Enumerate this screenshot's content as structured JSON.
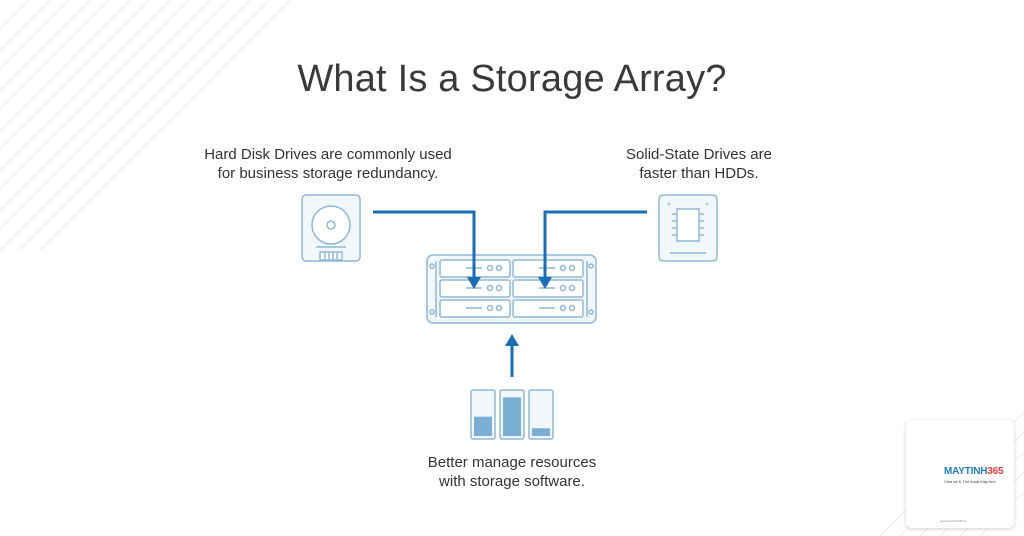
{
  "title": "What Is a Storage Array?",
  "captions": {
    "hdd": [
      "Hard Disk Drives are commonly used",
      "for business storage redundancy."
    ],
    "ssd": [
      "Solid-State Drives are",
      "faster than HDDs."
    ],
    "software": [
      "Better manage resources",
      "with storage software."
    ]
  },
  "colors": {
    "outline": "#8fb8d6",
    "fill": "#f2f7fb",
    "arrow": "#1a6eb5",
    "bar_fill": "#7aaed3",
    "title": "#3a3a3a"
  },
  "icons": [
    "hard-disk-drive-icon",
    "solid-state-drive-icon",
    "storage-array-icon",
    "storage-software-icon"
  ],
  "software_bars": [
    0.45,
    0.9,
    0.18
  ],
  "logo": {
    "brand": "MAYTINH",
    "brand_number": "365",
    "tagline": "Chia sẻ & Thủ thuật Máy tính",
    "url": "www.maytinh365.vn"
  }
}
